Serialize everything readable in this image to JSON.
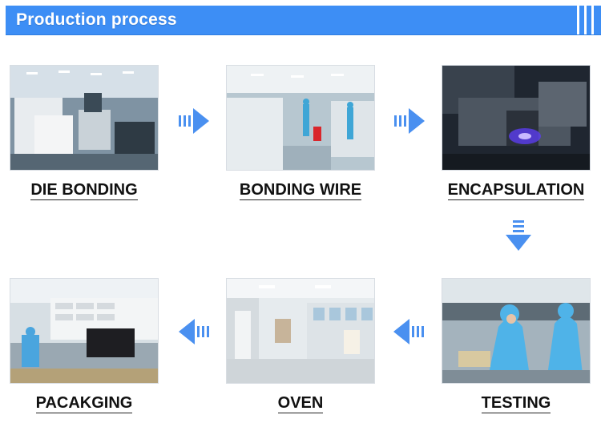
{
  "header": {
    "title": "Production process"
  },
  "steps": [
    {
      "label": "DIE BONDING"
    },
    {
      "label": "BONDING WIRE"
    },
    {
      "label": "ENCAPSULATION"
    },
    {
      "label": "TESTING"
    },
    {
      "label": "OVEN"
    },
    {
      "label": "PACAKGING"
    }
  ],
  "colors": {
    "accent": "#3d8ef5",
    "arrow": "#4a90f0",
    "text": "#111111"
  },
  "icons": [
    "arrow-right-icon",
    "arrow-down-icon",
    "arrow-left-icon"
  ]
}
